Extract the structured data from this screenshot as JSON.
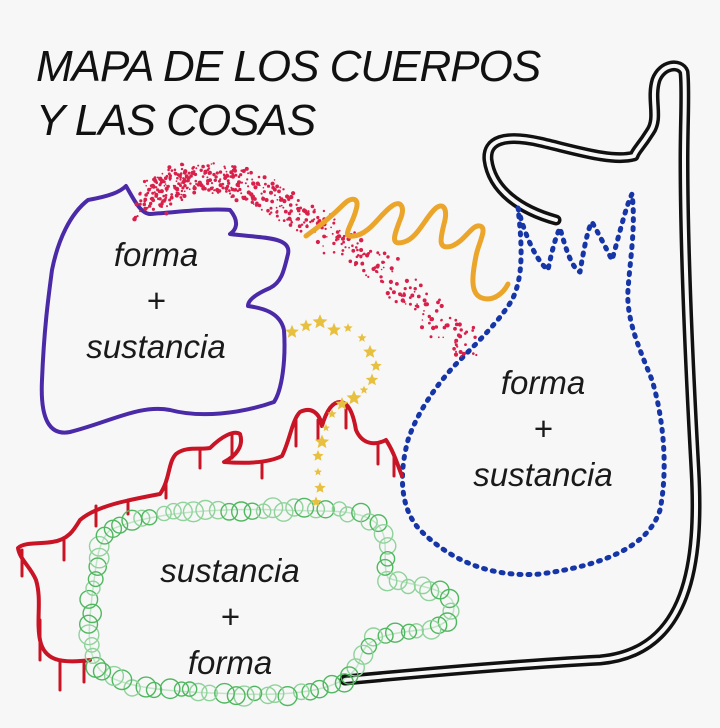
{
  "title": {
    "line1": "MAPA DE LOS CUERPOS",
    "line2": "Y LAS COSAS"
  },
  "blobs": [
    {
      "id": "purple",
      "color": "#4b2aa8",
      "line1": "forma",
      "joiner": "+",
      "line2": "sustancia"
    },
    {
      "id": "blue",
      "color": "#1636a8",
      "line1": "forma",
      "joiner": "+",
      "line2": "sustancia"
    },
    {
      "id": "green",
      "color": "#5bbf6a",
      "line1": "sustancia",
      "joiner": "+",
      "line2": "forma"
    }
  ],
  "colors": {
    "background": "#f7f7f8",
    "black_outline": "#111111",
    "red_drip": "#c81424",
    "pink_spray": "#d8204a",
    "orange_loops": "#eaa52a",
    "stars": "#e8c040"
  }
}
